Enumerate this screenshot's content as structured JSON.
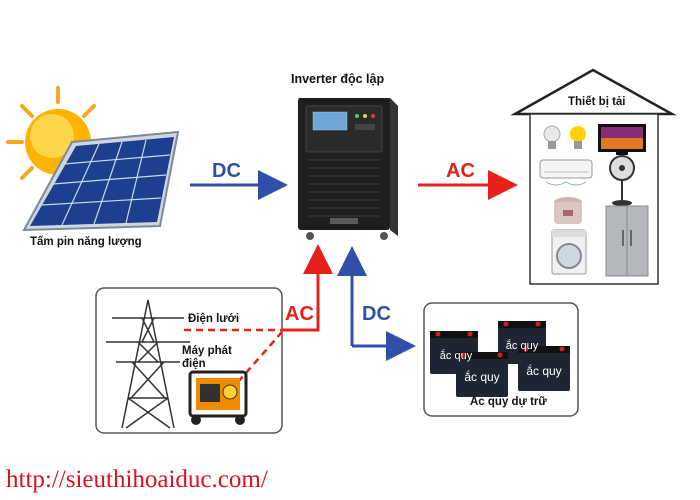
{
  "title": "Inverter độc lập",
  "solar": {
    "label": "Tấm pin năng lượng"
  },
  "load": {
    "label": "Thiết bị tải"
  },
  "grid": {
    "line_label": "Điện lưới",
    "generator_label": "Máy phát\nđiện"
  },
  "battery": {
    "label": "Ắc quy dự trữ",
    "unit_label": "ắc quy"
  },
  "arrows": {
    "solar_to_inverter": "DC",
    "inverter_to_load": "AC",
    "grid_to_inverter": "AC",
    "inverter_to_battery": "DC"
  },
  "url": "http://sieuthihoaiduc.com/",
  "colors": {
    "dc": "#2f4fa8",
    "ac": "#e8201c",
    "url": "#e0101c"
  }
}
